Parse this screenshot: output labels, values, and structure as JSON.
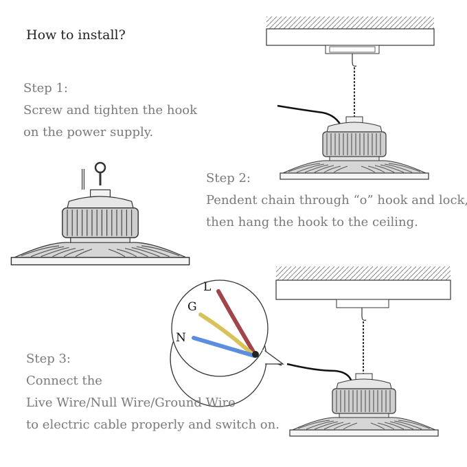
{
  "title": "How to install?",
  "step1": {
    "heading": "Step 1:",
    "lines": [
      "Screw and tighten the hook",
      "on the power supply."
    ]
  },
  "step2": {
    "heading": "Step 2:",
    "lines": [
      "Pendent chain through “o” hook and lock,",
      "then hang the hook to the ceiling."
    ]
  },
  "step3": {
    "heading": "Step 3:",
    "lines": [
      "Connect the",
      "Live Wire/Null Wire/Ground Wire",
      "to electric cable properly and switch on."
    ]
  },
  "wires": {
    "live": {
      "label": "L",
      "color": "#a0464b"
    },
    "ground": {
      "label": "G",
      "color": "#d8c25a"
    },
    "null": {
      "label": "N",
      "color": "#5b8de0"
    }
  }
}
